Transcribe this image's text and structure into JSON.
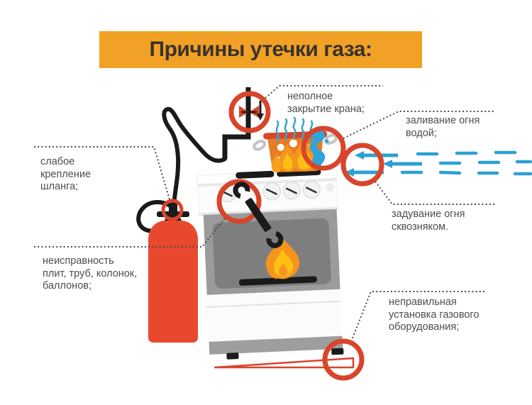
{
  "title": {
    "text": "Причины утечки газа:"
  },
  "callouts": {
    "valve": "неполное\nзакрытие крана;",
    "water": "заливание огня\nводой;",
    "hose": "слабое\nкрепление\nшланга;",
    "draft": "задувание огня\nсквозняком.",
    "fault": "неисправность\nплит, труб, колонок,\nбаллонов;",
    "install": "неправильная\nустановка газового\nоборудования;"
  },
  "colors": {
    "banner": "#F1A125",
    "title_text": "#39322C",
    "highlight_red": "#D8452B",
    "cylinder_red": "#E8492E",
    "pot_orange": "#E87C25",
    "flame_orange": "#F6941E",
    "flame_yellow": "#FDC013",
    "water_blue": "#2FA3DB",
    "steam_teal": "#3AA8C0",
    "metal_gray": "#9B9B9B",
    "label_text": "#4D4D4D"
  },
  "illustration": {
    "parts": [
      "gas-pipe",
      "gas-valve",
      "gas-hose",
      "gas-cylinder",
      "gas-stove",
      "oven-flame",
      "cooking-pot",
      "steam",
      "water-splash",
      "draft-wind",
      "wrench",
      "tilt-wedge"
    ]
  }
}
